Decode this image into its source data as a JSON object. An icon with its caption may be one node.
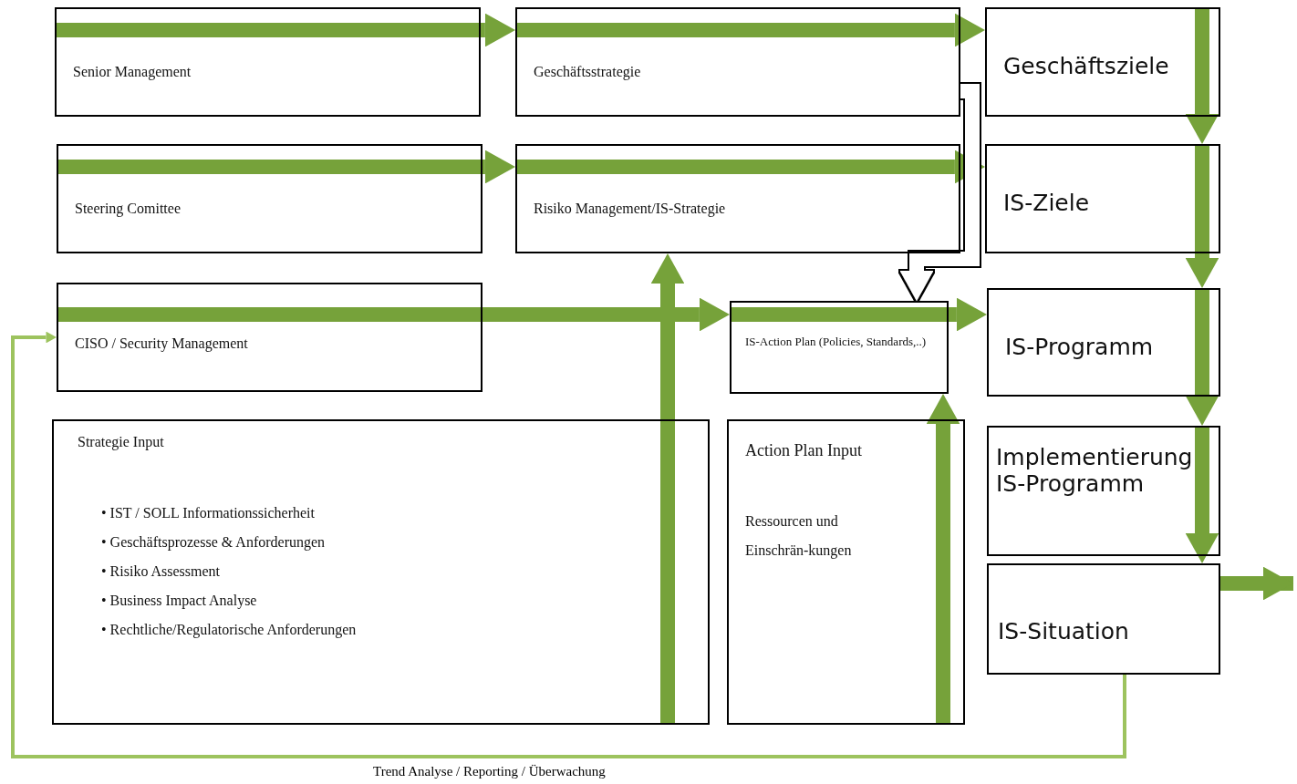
{
  "diagram": {
    "nodes": [
      {
        "text": [
          "Senior Management"
        ]
      },
      {
        "text": [
          "Geschäftsstrategie"
        ]
      },
      {
        "text": [
          "Geschäftsziele"
        ]
      },
      {
        "text": [
          "Steering Comittee"
        ]
      },
      {
        "text": [
          "Risiko Management/IS-Strategie"
        ]
      },
      {
        "text": [
          "IS-Ziele"
        ]
      },
      {
        "text": [
          "CISO / Security Management"
        ]
      },
      {
        "text": [
          "IS-Action Plan (Policies, Standards,..)"
        ]
      },
      {
        "text": [
          "IS-Programm"
        ]
      },
      {
        "text": [
          "Strategie Input",
          "• IST / SOLL Informationssicherheit",
          "• Geschäftsprozesse & Anforderungen",
          "• Risiko Assessment",
          "• Business Impact Analyse",
          "• Rechtliche/Regulatorische Anforderungen"
        ]
      },
      {
        "text": [
          "Action Plan Input",
          "Ressourcen und Einschrän-kungen"
        ]
      },
      {
        "text": [
          "Implementierung IS-Programm"
        ]
      },
      {
        "text": [
          "IS-Situation"
        ]
      }
    ],
    "edges": [
      {
        "from": 0,
        "to": 1,
        "arrow": "to"
      },
      {
        "from": 1,
        "to": 2,
        "arrow": "to"
      },
      {
        "from": 3,
        "to": 4,
        "arrow": "to"
      },
      {
        "from": 4,
        "to": 5,
        "arrow": "to"
      },
      {
        "from": 6,
        "to": 7,
        "arrow": "to"
      },
      {
        "from": 7,
        "to": 8,
        "arrow": "to"
      },
      {
        "from": 1,
        "to": 7,
        "arrow": "to",
        "color": "#ffffff"
      },
      {
        "from": 9,
        "to": 4,
        "arrow": "to"
      },
      {
        "from": 10,
        "to": 7,
        "arrow": "to"
      },
      {
        "from": 2,
        "to": 5,
        "arrow": "to"
      },
      {
        "from": 5,
        "to": 8,
        "arrow": "to"
      },
      {
        "from": 8,
        "to": 11,
        "arrow": "to"
      },
      {
        "from": 11,
        "to": 12,
        "arrow": "to"
      },
      {
        "from": 12,
        "to": null,
        "arrow": "to"
      },
      {
        "from": 12,
        "to": 6,
        "arrow": "to",
        "label": "Trend Analyse / Reporting / Überwachung",
        "color": "#9dc35e"
      }
    ]
  }
}
